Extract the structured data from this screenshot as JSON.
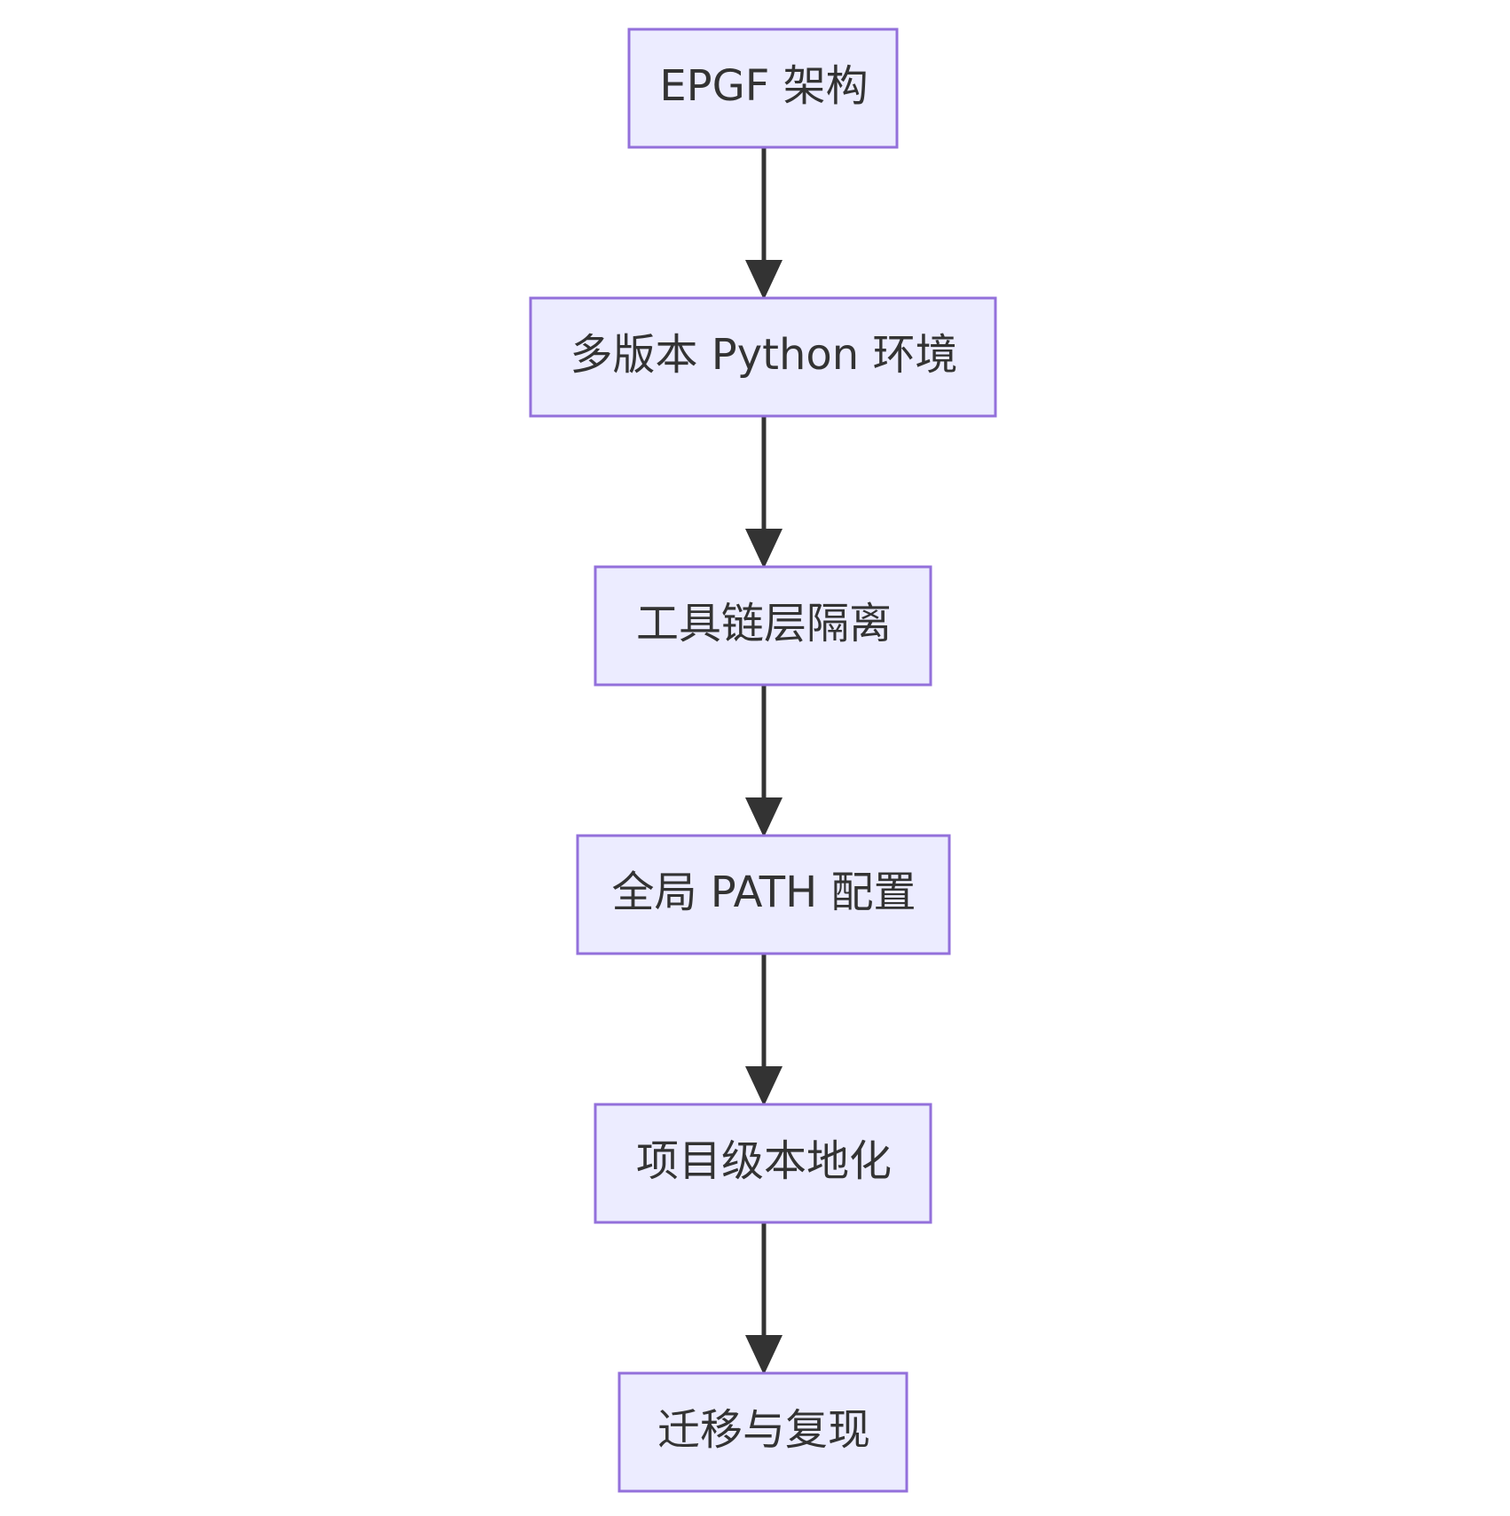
{
  "flowchart": {
    "direction": "top-to-bottom",
    "colors": {
      "node_fill": "#ececff",
      "node_border": "#9370db",
      "edge": "#333333",
      "text": "#333333",
      "background": "#ffffff"
    },
    "nodes": [
      {
        "id": "n1",
        "label": "EPGF 架构"
      },
      {
        "id": "n2",
        "label": "多版本 Python 环境"
      },
      {
        "id": "n3",
        "label": "工具链层隔离"
      },
      {
        "id": "n4",
        "label": "全局 PATH 配置"
      },
      {
        "id": "n5",
        "label": "项目级本地化"
      },
      {
        "id": "n6",
        "label": "迁移与复现"
      }
    ],
    "edges": [
      {
        "from": "n1",
        "to": "n2"
      },
      {
        "from": "n2",
        "to": "n3"
      },
      {
        "from": "n3",
        "to": "n4"
      },
      {
        "from": "n4",
        "to": "n5"
      },
      {
        "from": "n5",
        "to": "n6"
      }
    ]
  }
}
